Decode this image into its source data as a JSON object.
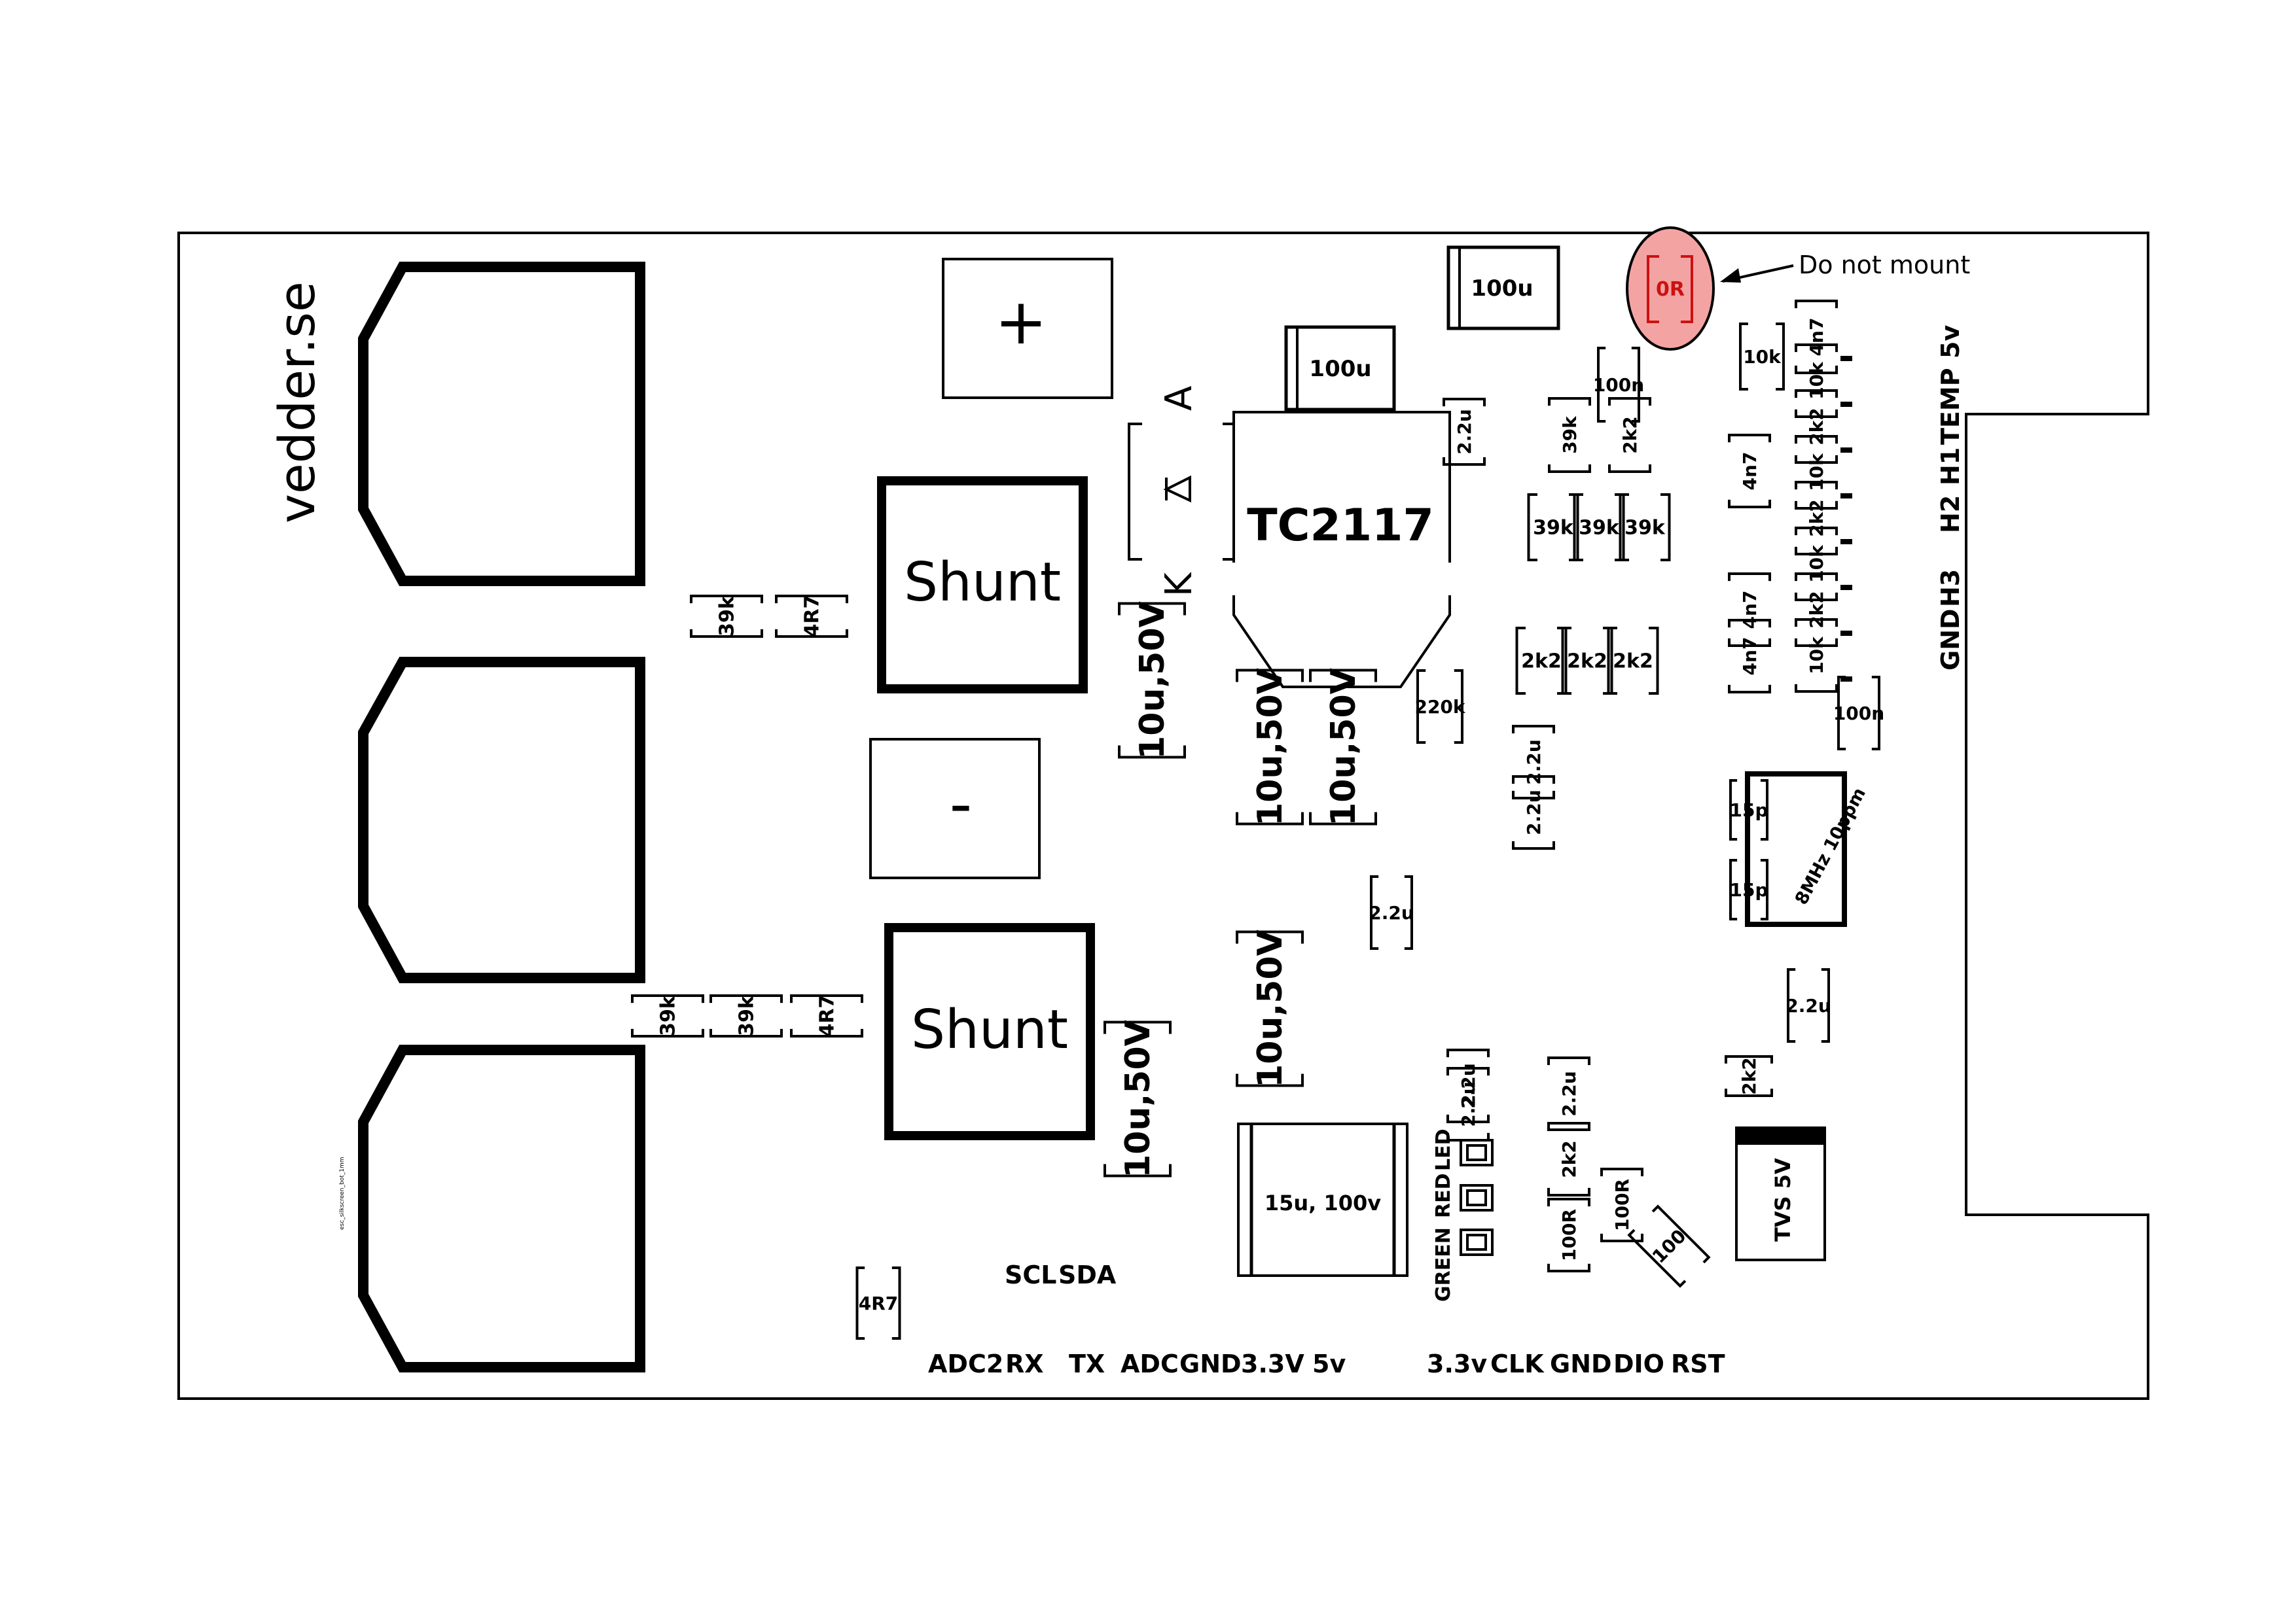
{
  "brand": "vedder.se",
  "tiny_text": "esc_silkscreen_bot_1mm",
  "ic_label": "TC2117",
  "diode": {
    "anode": "A",
    "cathode": "K"
  },
  "shunt_label": "Shunt",
  "terminals": {
    "plus": "+",
    "minus": "-"
  },
  "callout": {
    "part": "0R",
    "note": "Do not mount"
  },
  "capacitors": {
    "bulk_top": "100u",
    "bulk_ic": "100u",
    "ceramic_50v": "10u,50V",
    "electrolytic": "15u, 100v",
    "small_2u2": "2.2u",
    "c_100n": "100n",
    "c_4n7": "4n7",
    "c_15p": "15p"
  },
  "resistors": {
    "r39k": "39k",
    "r4r7": "4R7",
    "r10k": "10k",
    "r2k2": "2k2",
    "r220k": "220k",
    "r100r": "100R",
    "r100": "100"
  },
  "crystal": "8MHz 10ppm",
  "tvs": "TVS 5V",
  "leds": {
    "green": "GREEN",
    "red": "RED",
    "led": "LED"
  },
  "i2c_labels": [
    "SCL",
    "SDA"
  ],
  "uart_labels": [
    "ADC2",
    "RX",
    "TX",
    "ADC",
    "GND",
    "3.3V",
    "5v"
  ],
  "swd_labels": [
    "3.3v",
    "CLK",
    "GND",
    "DIO",
    "RST"
  ],
  "hall_labels": [
    "GND",
    "H3",
    "H2",
    "H1",
    "TEMP",
    "5v"
  ],
  "colors": {
    "outline": "#000000",
    "highlight_fill": "#f4a3a3",
    "highlight_part": "#cc1111"
  }
}
